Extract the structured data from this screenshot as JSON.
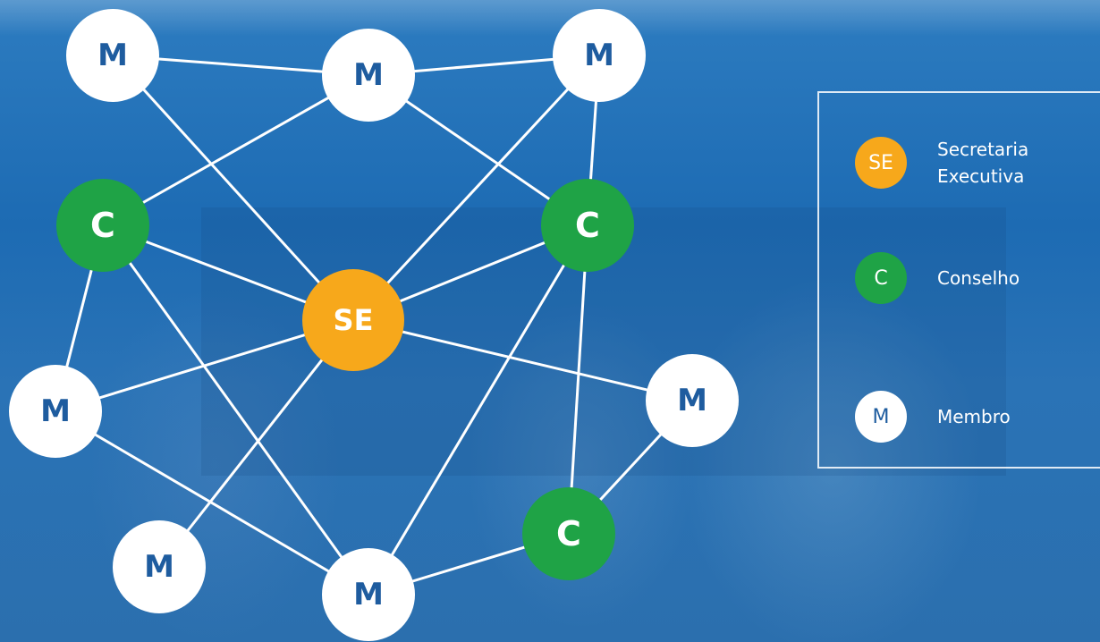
{
  "colors": {
    "background": "#1f6fb6",
    "secretaria": "#f7a81b",
    "conselho": "#1fa346",
    "membro": "#ffffff",
    "membro_text": "#1e5c9f",
    "edge": "#ffffff"
  },
  "diagram": {
    "nodes": [
      {
        "id": "m1",
        "type": "M",
        "label": "M"
      },
      {
        "id": "m2",
        "type": "M",
        "label": "M"
      },
      {
        "id": "m3",
        "type": "M",
        "label": "M"
      },
      {
        "id": "c1",
        "type": "C",
        "label": "C"
      },
      {
        "id": "c2",
        "type": "C",
        "label": "C"
      },
      {
        "id": "se",
        "type": "SE",
        "label": "SE"
      },
      {
        "id": "m4",
        "type": "M",
        "label": "M"
      },
      {
        "id": "m5",
        "type": "M",
        "label": "M"
      },
      {
        "id": "c3",
        "type": "C",
        "label": "C"
      },
      {
        "id": "m6",
        "type": "M",
        "label": "M"
      },
      {
        "id": "m7",
        "type": "M",
        "label": "M"
      }
    ],
    "edges": [
      [
        "m1",
        "m2"
      ],
      [
        "m2",
        "m3"
      ],
      [
        "m1",
        "se"
      ],
      [
        "m2",
        "c1"
      ],
      [
        "m2",
        "c2"
      ],
      [
        "m3",
        "se"
      ],
      [
        "m3",
        "c2"
      ],
      [
        "c1",
        "se"
      ],
      [
        "c1",
        "m4"
      ],
      [
        "c1",
        "m7"
      ],
      [
        "c2",
        "se"
      ],
      [
        "c2",
        "m7"
      ],
      [
        "c2",
        "c3"
      ],
      [
        "se",
        "m4"
      ],
      [
        "se",
        "m5"
      ],
      [
        "se",
        "m6"
      ],
      [
        "m4",
        "m7"
      ],
      [
        "m5",
        "c3"
      ],
      [
        "c3",
        "m7"
      ]
    ]
  },
  "legend": {
    "items": [
      {
        "symbol": "SE",
        "label": "Secretaria\nExecutiva",
        "type": "SE"
      },
      {
        "symbol": "C",
        "label": "Conselho",
        "type": "C"
      },
      {
        "symbol": "M",
        "label": "Membro",
        "type": "M"
      }
    ]
  }
}
